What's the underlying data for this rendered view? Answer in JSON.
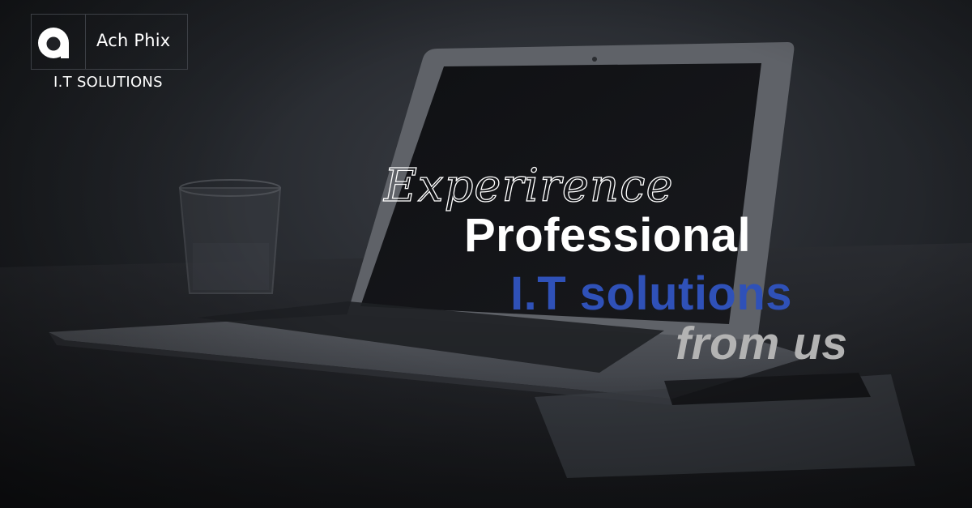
{
  "brand": {
    "name": "Ach Phix",
    "tagline": "I.T SOLUTIONS",
    "logo_icon": "a-letter-logo-icon"
  },
  "headline": {
    "script_word": "Experirence",
    "line1": "Professional",
    "line2": "I.T solutions",
    "line3": "from us"
  },
  "colors": {
    "background": "#1a1c20",
    "accent_blue": "#2f51b8",
    "text_white": "#ffffff",
    "text_grey": "#b3b3b3"
  },
  "background_image": "laptop-on-desk-photo"
}
